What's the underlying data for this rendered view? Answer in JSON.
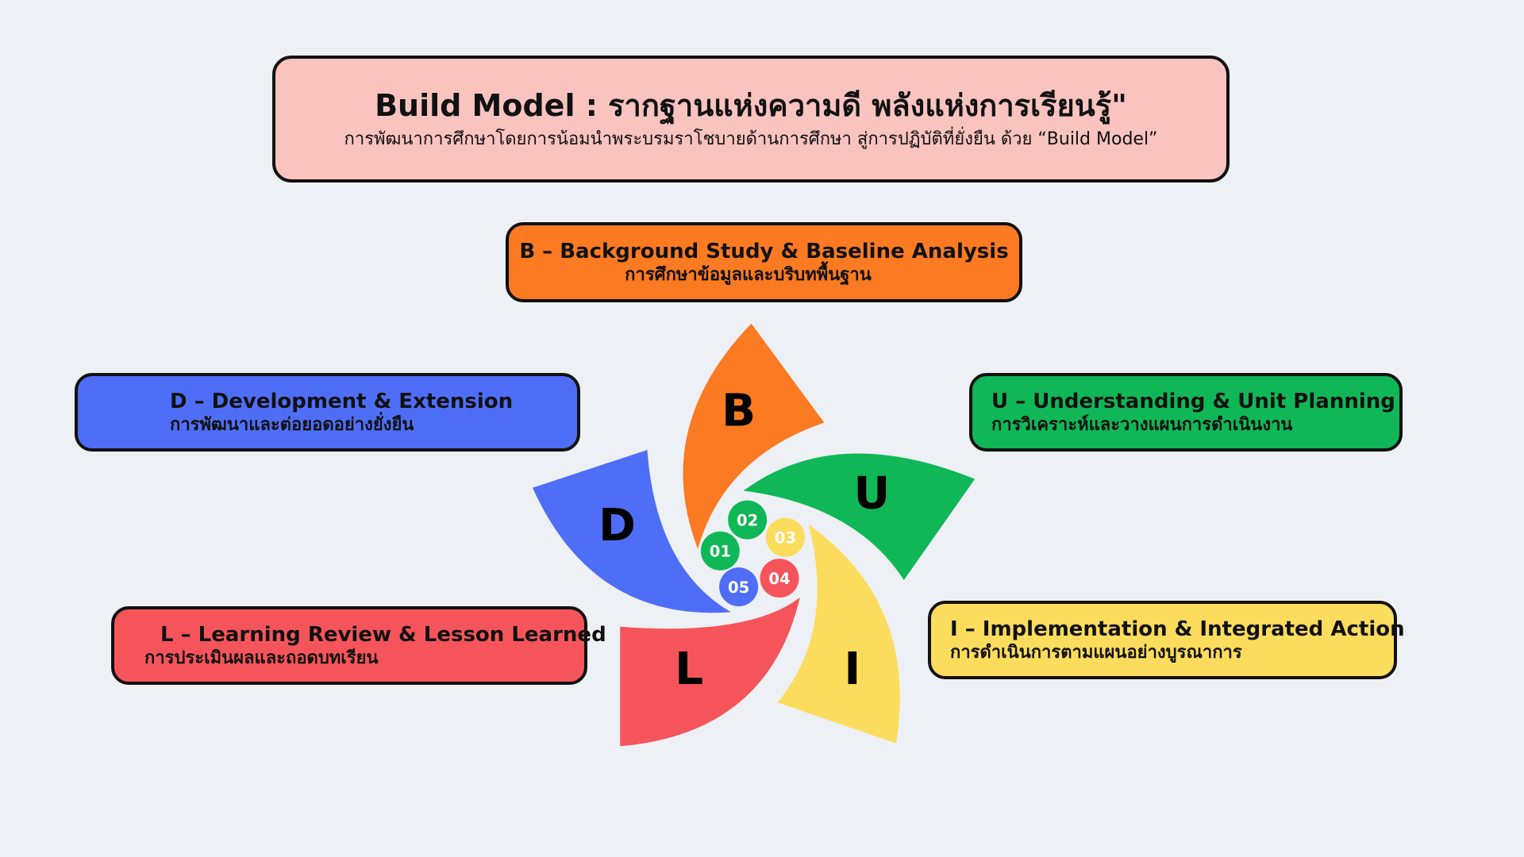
{
  "header": {
    "title": "Build Model : รากฐานแห่งความดี พลังแห่งการเรียนรู้\"",
    "subtitle": "การพัฒนาการศึกษาโดยการน้อมนำพระบรมราโชบายด้านการศึกษา สู่การปฏิบัติที่ยั่งยืน ด้วย “Build Model”"
  },
  "steps": [
    {
      "letter": "B",
      "number": "02",
      "heading": "B – Background Study & Baseline Analysis",
      "thai": "การศึกษาข้อมูลและบริบทพื้นฐาน",
      "color": "#fb7a22"
    },
    {
      "letter": "U",
      "number": "03",
      "heading": "U – Understanding & Unit Planning",
      "thai": "การวิเคราะห์และวางแผนการดำเนินงาน",
      "color": "#10b757"
    },
    {
      "letter": "I",
      "number": "04",
      "heading": "I – Implementation & Integrated Action",
      "thai": "การดำเนินการตามแผนอย่างบูรณาการ",
      "color": "#fcdc5c"
    },
    {
      "letter": "L",
      "number": "05",
      "heading": "L – Learning Review & Lesson Learned",
      "thai": "การประเมินผลและถอดบทเรียน",
      "color": "#f5555a"
    },
    {
      "letter": "D",
      "number": "01",
      "heading": "D – Development & Extension",
      "thai": "การพัฒนาและต่อยอดอย่างยั่งยืน",
      "color": "#4f6ef7"
    }
  ],
  "center_numbers": [
    {
      "label": "01",
      "color": "#10b757"
    },
    {
      "label": "02",
      "color": "#10b757"
    },
    {
      "label": "03",
      "color": "#fcdc5c"
    },
    {
      "label": "04",
      "color": "#f5555a"
    },
    {
      "label": "05",
      "color": "#4f6ef7"
    }
  ]
}
